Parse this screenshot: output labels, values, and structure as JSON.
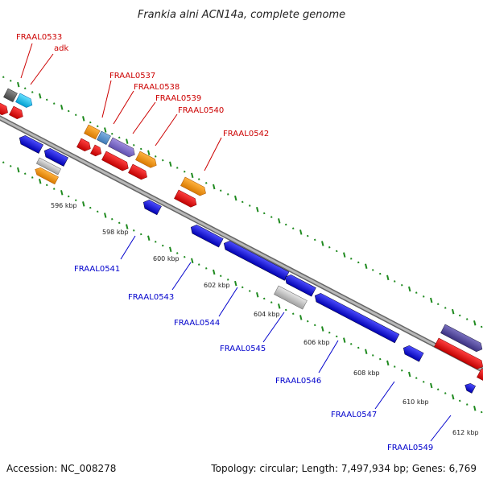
{
  "title": "Frankia alni ACN14a, complete genome",
  "footer": {
    "accession": "Accession: NC_008278",
    "topology": "Topology: circular; Length: 7,497,934 bp; Genes: 6,769"
  },
  "colors": {
    "red_label": "#cc0000",
    "blue_label": "#0000cc",
    "backbone": "#8c8c8c",
    "tick": "#1f8a1f"
  },
  "kbp_labels": [
    "596 kbp",
    "598 kbp",
    "600 kbp",
    "602 kbp",
    "604 kbp",
    "606 kbp",
    "608 kbp",
    "610 kbp",
    "612 kbp"
  ],
  "forward_labels": [
    "FRAAL0533",
    "adk",
    "FRAAL0537",
    "FRAAL0538",
    "FRAAL0539",
    "FRAAL0540",
    "FRAAL0542"
  ],
  "reverse_labels": [
    "FRAAL0541",
    "FRAAL0543",
    "FRAAL0544",
    "FRAAL0545",
    "FRAAL0546",
    "FRAAL0547",
    "FRAAL0549"
  ]
}
